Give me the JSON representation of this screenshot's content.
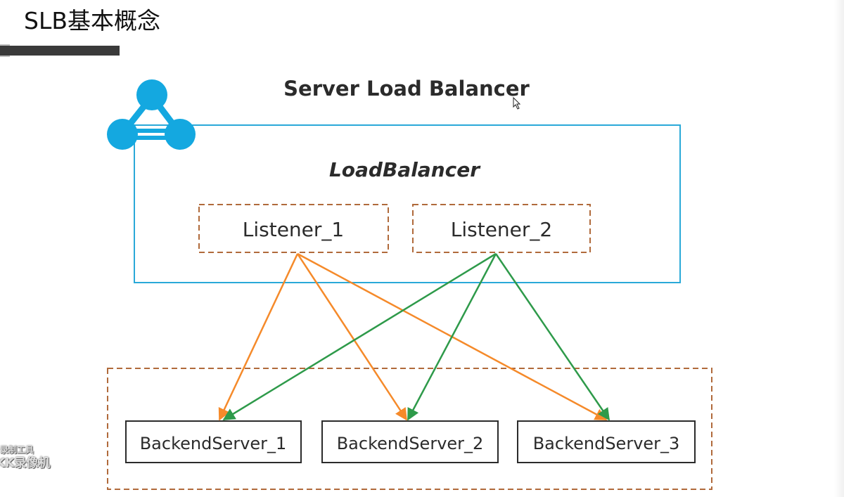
{
  "slide": {
    "title": "SLB基本概念"
  },
  "diagram": {
    "heading": "Server Load Balancer",
    "load_balancer_label": "LoadBalancer",
    "listeners": [
      "Listener_1",
      "Listener_2"
    ],
    "backend_servers": [
      "BackendServer_1",
      "BackendServer_2",
      "BackendServer_3"
    ],
    "connections": [
      {
        "from": "Listener_1",
        "to": "BackendServer_1"
      },
      {
        "from": "Listener_1",
        "to": "BackendServer_2"
      },
      {
        "from": "Listener_1",
        "to": "BackendServer_3"
      },
      {
        "from": "Listener_2",
        "to": "BackendServer_1"
      },
      {
        "from": "Listener_2",
        "to": "BackendServer_2"
      },
      {
        "from": "Listener_2",
        "to": "BackendServer_3"
      }
    ],
    "icon": "network-nodes-icon"
  },
  "colors": {
    "load_balancer_border": "#2aa9d8",
    "icon_fill": "#14a8e0",
    "dashed_border": "#b06a3b",
    "listener_1_arrows": "#f58a2a",
    "listener_2_arrows": "#2e9a4a",
    "title_bar": "#3a3a3a"
  },
  "watermark": {
    "line1": "录制工具",
    "line2": "KK录像机"
  }
}
